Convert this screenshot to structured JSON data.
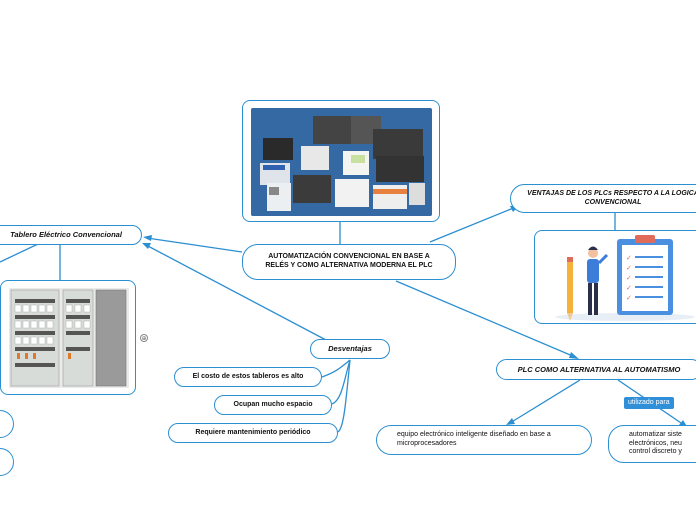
{
  "central": "AUTOMATIZACIÓN CONVENCIONAL EN BASE A RELÉS Y COMO ALTERNATIVA MODERNA EL PLC",
  "tablero": "Tablero Eléctrico Convencional",
  "ventajas": "VENTAJAS DE LOS PLCs RESPECTO A LA LOGICA CONVENCIONAL",
  "plc_alt": "PLC COMO ALTERNATIVA AL AUTOMATISMO",
  "desventajas": {
    "title": "Desventajas",
    "items": [
      "El costo de estos tableros es alto",
      "Ocupan mucho espacio",
      "Requiere mantenimiento periódico"
    ]
  },
  "equipo": "equipo electrónico inteligente diseñado en base a microprocesadores",
  "automatizar": "automatizar siste electrónicos, neu control discreto y",
  "link_label": "utilizado para",
  "colors": {
    "link": "#2b8fd1",
    "tag": "#2f8fd8"
  }
}
